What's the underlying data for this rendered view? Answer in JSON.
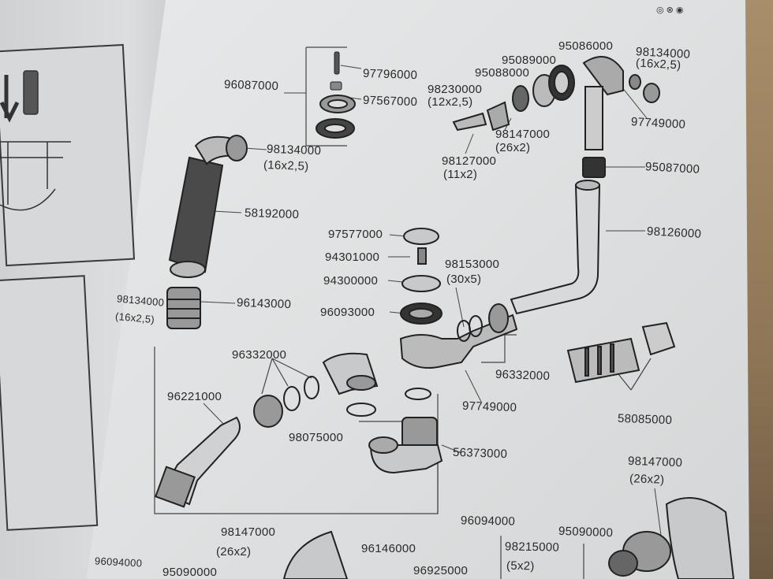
{
  "labels": {
    "l97796000": "97796000",
    "l96087000": "96087000",
    "l97567000": "97567000",
    "l98134000_a": "98134000",
    "l16x25_a": "(16x2,5)",
    "l58192000": "58192000",
    "l98134000_b": "98134000",
    "l16x25_b": "(16x2,5)",
    "l96143000": "96143000",
    "l95086000": "95086000",
    "l95089000": "95089000",
    "l95088000": "95088000",
    "l98134000_c": "98134000",
    "l16x25_c": "(16x2,5)",
    "l98230000": "98230000",
    "l12x25": "(12x2,5)",
    "l97749000_a": "97749000",
    "l98147000_a": "98147000",
    "l26x2_a": "(26x2)",
    "l98127000": "98127000",
    "l11x2": "(11x2)",
    "l95087000": "95087000",
    "l98126000": "98126000",
    "l97577000": "97577000",
    "l94301000": "94301000",
    "l98153000": "98153000",
    "l30x5": "(30x5)",
    "l94300000": "94300000",
    "l96093000": "96093000",
    "l96332000_a": "96332000",
    "l96332000_b": "96332000",
    "l96221000": "96221000",
    "l98075000": "98075000",
    "l97749000_b": "97749000",
    "l58085000": "58085000",
    "l56373000": "56373000",
    "l98147000_b": "98147000",
    "l26x2_b": "(26x2)",
    "l96094000_a": "96094000",
    "l98215000": "98215000",
    "l5x2": "(5x2)",
    "l95090000_a": "95090000",
    "l98147000_c": "98147000",
    "l26x2_c": "(26x2)",
    "l96146000": "96146000",
    "l96094000_b": "96094000",
    "l95090000_b": "95090000",
    "l96925000": "96925000"
  },
  "page_icons": "◎ ⊗ ◉"
}
